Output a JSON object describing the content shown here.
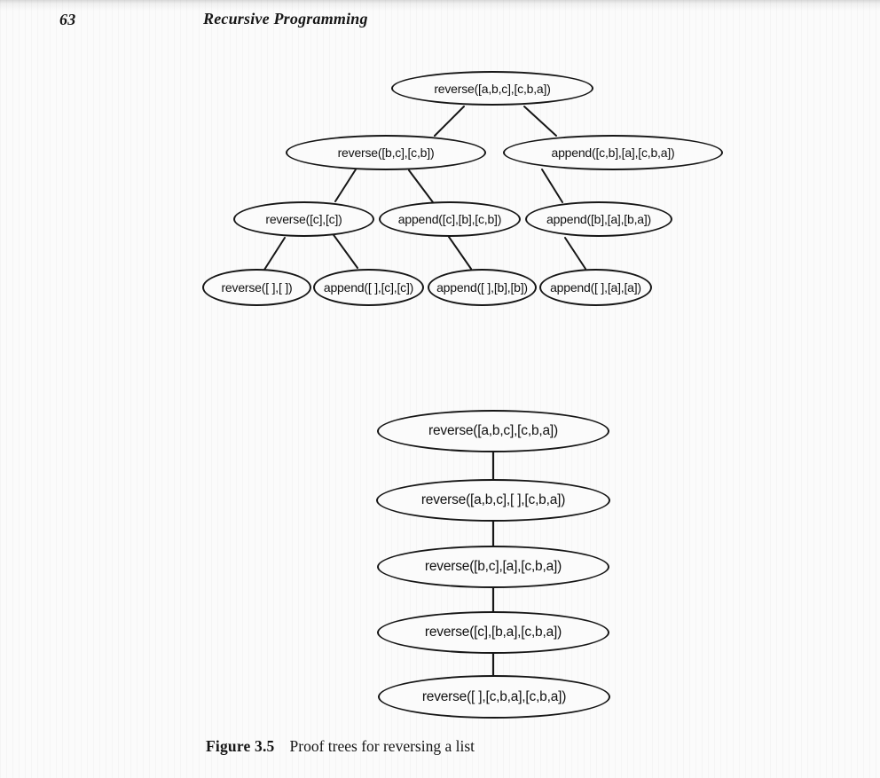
{
  "page": {
    "number": "63",
    "running_title": "Recursive Programming"
  },
  "figure": {
    "label": "Figure 3.5",
    "caption": "Proof trees for reversing a list"
  },
  "proof_tree": {
    "nodes": [
      {
        "label": "reverse([a,b,c],[c,b,a])"
      },
      {
        "label": "reverse([b,c],[c,b])"
      },
      {
        "label": "append([c,b],[a],[c,b,a])"
      },
      {
        "label": "reverse([c],[c])"
      },
      {
        "label": "append([c],[b],[c,b])"
      },
      {
        "label": "append([b],[a],[b,a])"
      },
      {
        "label": "reverse([ ],[ ])"
      },
      {
        "label": "append([ ],[c],[c])"
      },
      {
        "label": "append([ ],[b],[b])"
      },
      {
        "label": "append([ ],[a],[a])"
      }
    ],
    "edges": [
      [
        0,
        1
      ],
      [
        0,
        2
      ],
      [
        1,
        3
      ],
      [
        1,
        4
      ],
      [
        2,
        5
      ],
      [
        3,
        6
      ],
      [
        3,
        7
      ],
      [
        4,
        8
      ],
      [
        5,
        9
      ]
    ]
  },
  "proof_chain": {
    "nodes": [
      {
        "label": "reverse([a,b,c],[c,b,a])"
      },
      {
        "label": "reverse([a,b,c],[ ],[c,b,a])"
      },
      {
        "label": "reverse([b,c],[a],[c,b,a])"
      },
      {
        "label": "reverse([c],[b,a],[c,b,a])"
      },
      {
        "label": "reverse([ ],[c,b,a],[c,b,a])"
      }
    ]
  },
  "colors": {
    "ink": "#161616",
    "paper": "#fbfbfb"
  }
}
